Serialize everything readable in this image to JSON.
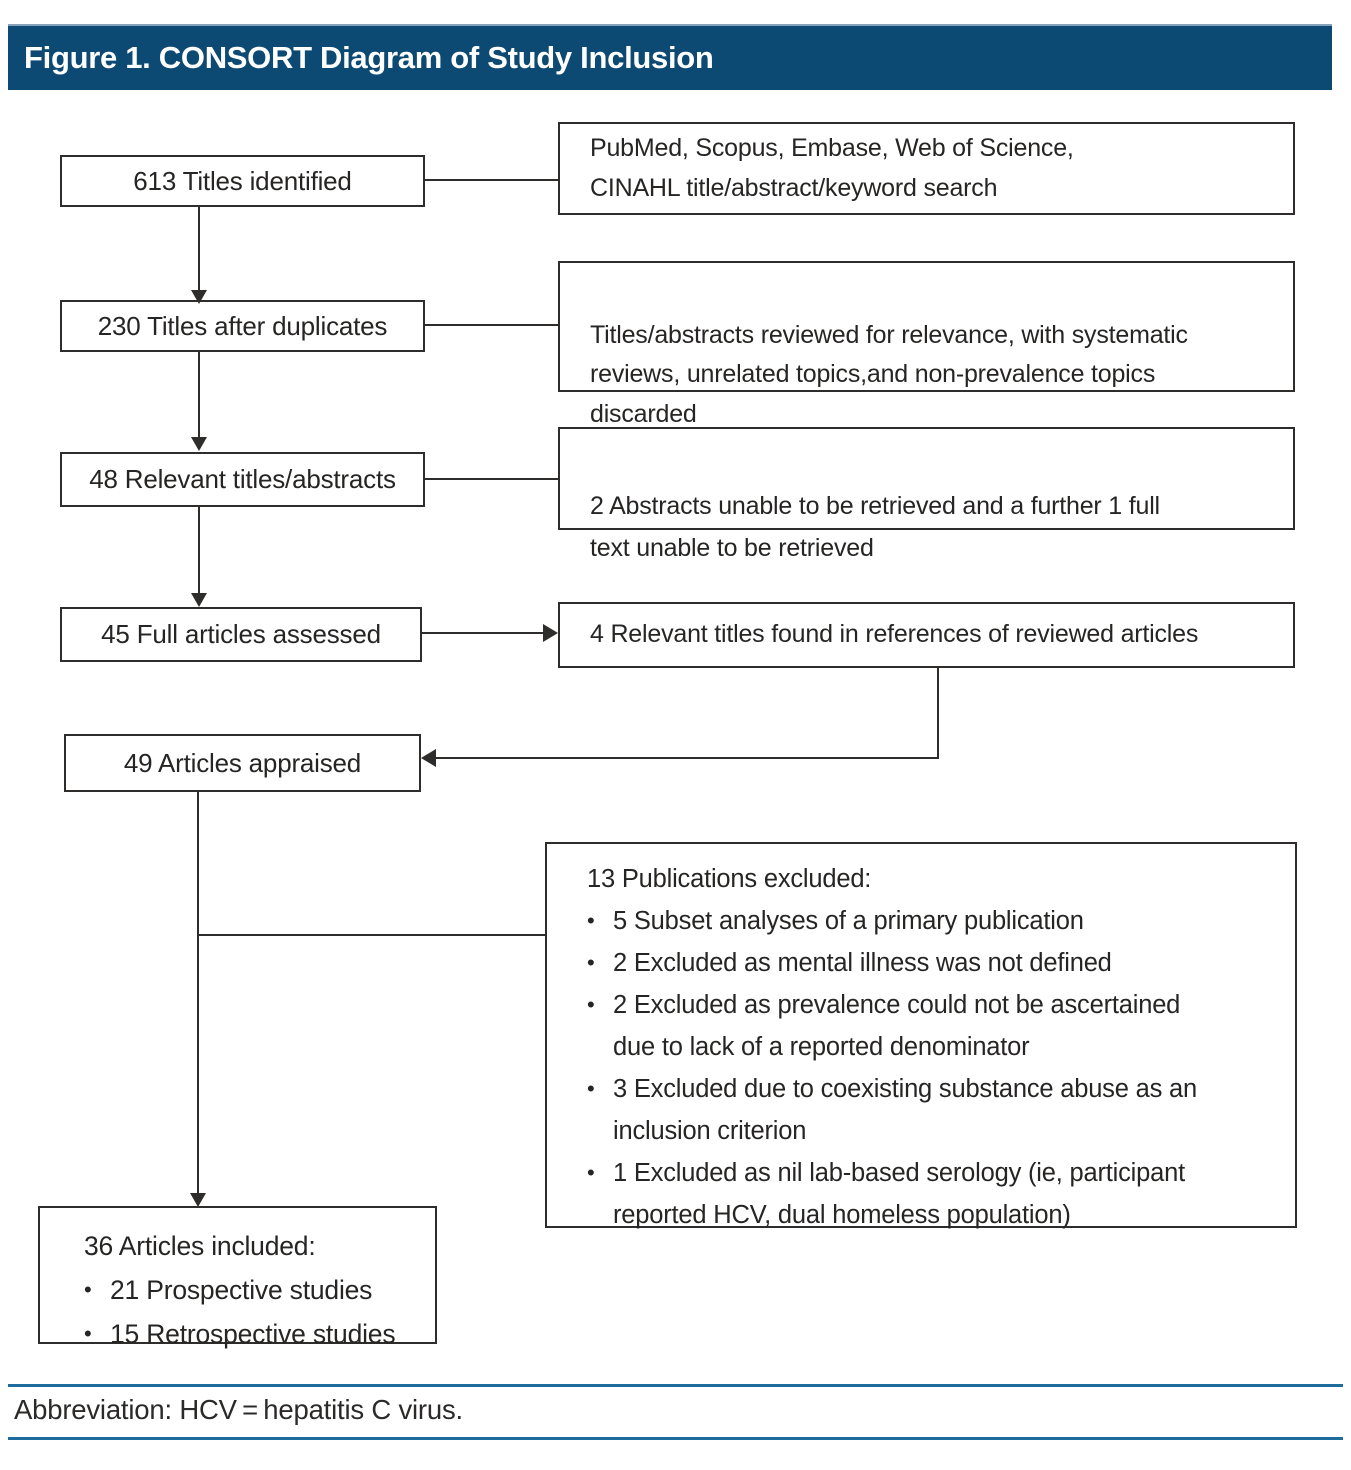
{
  "figure": {
    "title": "Figure 1. CONSORT Diagram of Study Inclusion"
  },
  "flow": {
    "stage_boxes": [
      {
        "label": "613 Titles identified"
      },
      {
        "label": "230 Titles after duplicates"
      },
      {
        "label": "48 Relevant titles/abstracts"
      },
      {
        "label": "45 Full articles assessed"
      },
      {
        "label": "49 Articles appraised"
      }
    ],
    "note_boxes": [
      {
        "text": "PubMed, Scopus, Embase, Web of Science,\nCINAHL title/abstract/keyword search"
      },
      {
        "text": "Titles/abstracts reviewed for relevance, with systematic\nreviews, unrelated topics,and non-prevalence topics\ndiscarded"
      },
      {
        "text": "2 Abstracts unable to be retrieved and a further 1 full\ntext unable to be retrieved"
      },
      {
        "text": "4 Relevant titles found in references of reviewed articles"
      }
    ],
    "excluded_box": {
      "title": "13 Publications excluded:",
      "bullet_glyph": "•",
      "bullets": [
        "5 Subset analyses of a primary publication",
        "2 Excluded as mental illness was not defined",
        "2 Excluded as prevalence could not be ascertained\ndue to lack of a reported denominator",
        "3 Excluded due to coexisting substance abuse as an\ninclusion criterion",
        "1 Excluded as nil lab-based serology (ie, participant\nreported HCV, dual homeless population)"
      ]
    },
    "included_box": {
      "title": "36 Articles included:",
      "bullet_glyph": "•",
      "bullets": [
        "21 Prospective studies",
        "15 Retrospective studies"
      ]
    }
  },
  "footer": {
    "abbreviation": "Abbreviation: HCV = hepatitis C virus."
  },
  "colors": {
    "header_bg": "#0d4a73",
    "header_text": "#ffffff",
    "box_border": "#2e2d2c",
    "line": "#2e2d2c",
    "text": "#262524",
    "footer_rule": "#1e6b9d",
    "page_bg": "#ffffff"
  }
}
